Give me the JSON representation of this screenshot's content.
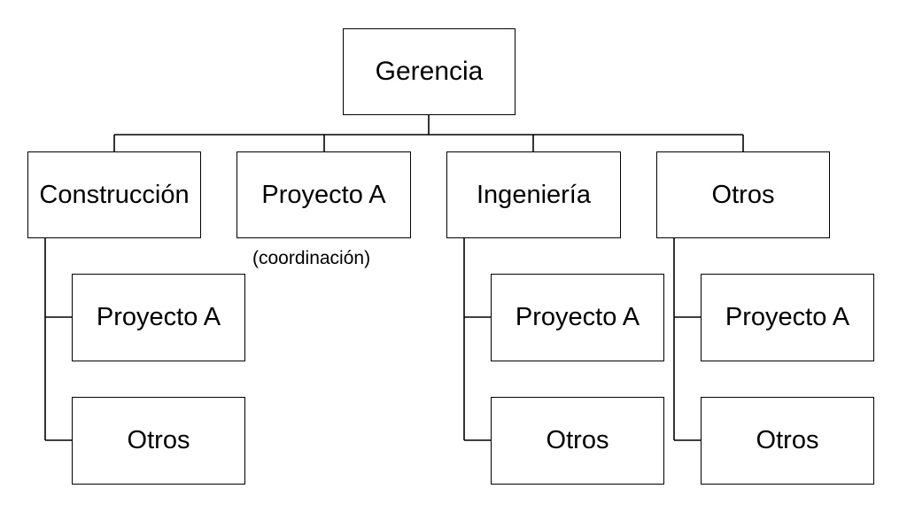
{
  "colors": {
    "line": "#000000",
    "box_border": "#000000",
    "box_fill": "#ffffff",
    "text": "#000000"
  },
  "root": {
    "label": "Gerencia"
  },
  "departments": [
    {
      "label": "Construcción",
      "children": [
        {
          "label": "Proyecto A"
        },
        {
          "label": "Otros"
        }
      ]
    },
    {
      "label": "Proyecto A",
      "note": "(coordinación)"
    },
    {
      "label": "Ingeniería",
      "children": [
        {
          "label": "Proyecto A"
        },
        {
          "label": "Otros"
        }
      ]
    },
    {
      "label": "Otros",
      "children": [
        {
          "label": "Proyecto A"
        },
        {
          "label": "Otros"
        }
      ]
    }
  ]
}
